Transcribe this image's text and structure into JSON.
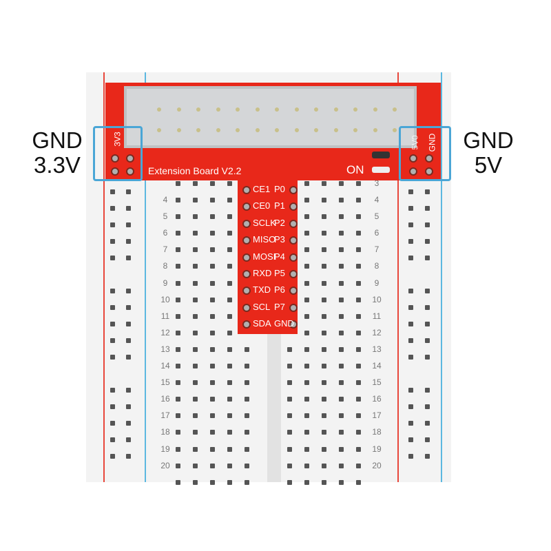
{
  "board": {
    "title": "Extension Board V2.2",
    "led_label": "ON",
    "left_rail_label": "3V3",
    "right_rail_label": "GND",
    "right_rail_label_hidden": "5V0"
  },
  "pins": [
    [
      "CE1",
      "P0"
    ],
    [
      "CE0",
      "P1"
    ],
    [
      "SCLK",
      "P2"
    ],
    [
      "MISO",
      "P3"
    ],
    [
      "MOSI",
      "P4"
    ],
    [
      "RXD",
      "P5"
    ],
    [
      "TXD",
      "P6"
    ],
    [
      "SCL",
      "P7"
    ],
    [
      "SDA",
      "GND"
    ]
  ],
  "annotations": {
    "left": {
      "top": "GND",
      "bottom": "3.3V"
    },
    "right": {
      "top": "GND",
      "bottom": "5V"
    }
  },
  "row_numbers": {
    "left": [
      4,
      5,
      6,
      7,
      8,
      9,
      10,
      11,
      12,
      13,
      14,
      15,
      16,
      17,
      18,
      19,
      20
    ],
    "right": [
      3,
      4,
      5,
      6,
      7,
      8,
      9,
      10,
      11,
      12,
      13,
      14,
      15,
      16,
      17,
      18,
      19,
      20
    ]
  },
  "colors": {
    "board": "#e8281a",
    "highlight": "#4aa6d6",
    "rail_positive": "#e8463a",
    "rail_negative": "#5bb8e0"
  }
}
